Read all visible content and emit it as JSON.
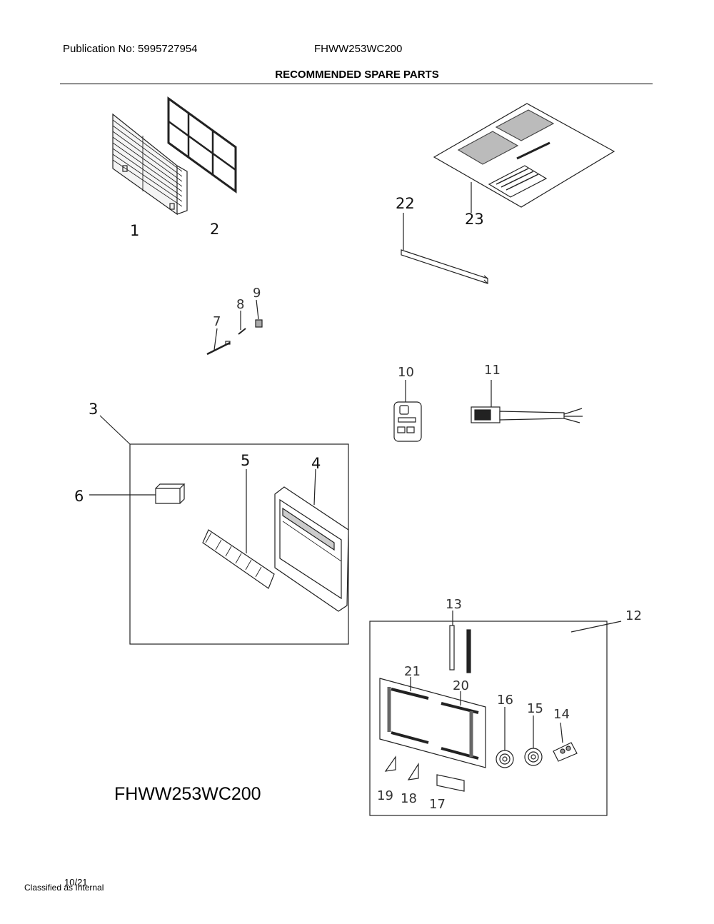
{
  "header": {
    "publication": "Publication No: 5995727954",
    "model": "FHWW253WC200"
  },
  "title": "RECOMMENDED SPARE PARTS",
  "callouts": [
    "1",
    "2",
    "3",
    "4",
    "5",
    "6",
    "7",
    "8",
    "9",
    "10",
    "11",
    "12",
    "13",
    "14",
    "15",
    "16",
    "17",
    "18",
    "19",
    "20",
    "21",
    "22",
    "23"
  ],
  "footer": {
    "model": "FHWW253WC200",
    "date": "10/21",
    "classification": "Classified as Internal"
  }
}
